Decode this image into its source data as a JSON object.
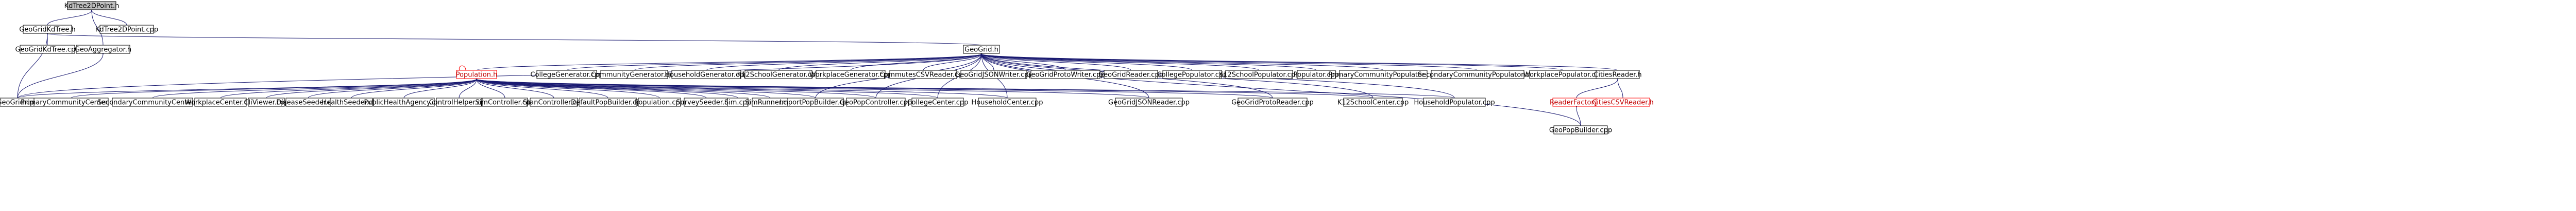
{
  "colors": {
    "edge": "#191970",
    "edge_cycle": "#ff0000",
    "root_fill": "#bfbfbf",
    "box_stroke": "#000000",
    "red_box": "#ff0000",
    "red_text": "#c00000"
  },
  "nodes": [
    {
      "id": "kdtree2dpoint_h",
      "label": "KdTree2DPoint.h",
      "root": true
    },
    {
      "id": "geogrid_kdtree_h",
      "label": "GeoGridKdTree.h"
    },
    {
      "id": "kdtree2dpoint_cpp",
      "label": "KdTree2DPoint.cpp"
    },
    {
      "id": "geogrid_kdtree_cpp",
      "label": "GeoGridKdTree.cpp"
    },
    {
      "id": "geo_aggregator_h",
      "label": "GeoAggregator.h"
    },
    {
      "id": "geogrid_h",
      "label": "GeoGrid.h"
    },
    {
      "id": "population_h",
      "label": "Population.h",
      "red": true
    },
    {
      "id": "college_generator_cpp",
      "label": "CollegeGenerator.cpp"
    },
    {
      "id": "community_generator_cpp",
      "label": "CommunityGenerator.cpp"
    },
    {
      "id": "household_generator_cpp",
      "label": "HouseholdGenerator.cpp"
    },
    {
      "id": "k12school_generator_cpp",
      "label": "K12SchoolGenerator.cpp"
    },
    {
      "id": "workplace_generator_cpp",
      "label": "WorkplaceGenerator.cpp"
    },
    {
      "id": "commutes_csv_reader_cpp",
      "label": "CommutesCSVReader.cpp"
    },
    {
      "id": "geogrid_json_writer_cpp",
      "label": "GeoGridJSONWriter.cpp"
    },
    {
      "id": "geogrid_proto_writer_cpp",
      "label": "GeoGridProtoWriter.cpp"
    },
    {
      "id": "geogrid_reader_cpp",
      "label": "GeoGridReader.cpp"
    },
    {
      "id": "college_populator_cpp",
      "label": "CollegePopulator.cpp"
    },
    {
      "id": "k12school_populator_cpp",
      "label": "K12SchoolPopulator.cpp"
    },
    {
      "id": "populator_cpp",
      "label": "Populator.cpp"
    },
    {
      "id": "primary_community_populator_cpp",
      "label": "PrimaryCommunityPopulator.cpp"
    },
    {
      "id": "secondary_community_populator_cpp",
      "label": "SecondaryCommunityPopulator.cpp"
    },
    {
      "id": "workplace_populator_cpp",
      "label": "WorkplacePopulator.cpp"
    },
    {
      "id": "cities_reader_h",
      "label": "CitiesReader.h"
    },
    {
      "id": "geogrid_cpp",
      "label": "GeoGrid.cpp"
    },
    {
      "id": "primary_community_center_cpp",
      "label": "PrimaryCommunityCenter.cpp"
    },
    {
      "id": "secondary_community_center_cpp",
      "label": "SecondaryCommunityCenter.cpp"
    },
    {
      "id": "workplace_center_cpp",
      "label": "WorkplaceCenter.cpp"
    },
    {
      "id": "cliviewer_cpp",
      "label": "CliViewer.cpp"
    },
    {
      "id": "disease_seeder_cpp",
      "label": "DiseaseSeeder.cpp"
    },
    {
      "id": "health_seeder_cpp",
      "label": "HealthSeeder.cpp"
    },
    {
      "id": "public_health_agency_cpp",
      "label": "PublicHealthAgency.cpp"
    },
    {
      "id": "control_helper_cpp",
      "label": "ControlHelper.cpp"
    },
    {
      "id": "sim_controller_cpp",
      "label": "SimController.cpp"
    },
    {
      "id": "stan_controller_cpp",
      "label": "StanController.cpp"
    },
    {
      "id": "default_pop_builder_cpp",
      "label": "DefaultPopBuilder.cpp"
    },
    {
      "id": "population_cpp",
      "label": "Population.cpp"
    },
    {
      "id": "survey_seeder_cpp",
      "label": "SurveySeeder.cpp"
    },
    {
      "id": "sim_cpp",
      "label": "Sim.cpp"
    },
    {
      "id": "sim_runner_cpp",
      "label": "SimRunner.cpp"
    },
    {
      "id": "import_pop_builder_cpp",
      "label": "ImportPopBuilder.cpp"
    },
    {
      "id": "geo_pop_controller_cpp",
      "label": "GeoPopController.cpp"
    },
    {
      "id": "college_center_cpp",
      "label": "CollegeCenter.cpp"
    },
    {
      "id": "household_center_cpp",
      "label": "HouseholdCenter.cpp"
    },
    {
      "id": "geogrid_json_reader_cpp",
      "label": "GeoGridJSONReader.cpp"
    },
    {
      "id": "geogrid_proto_reader_cpp",
      "label": "GeoGridProtoReader.cpp"
    },
    {
      "id": "k12school_center_cpp",
      "label": "K12SchoolCenter.cpp"
    },
    {
      "id": "household_populator_cpp",
      "label": "HouseholdPopulator.cpp"
    },
    {
      "id": "reader_factory_h",
      "label": "ReaderFactory.h",
      "red": true
    },
    {
      "id": "cities_csv_reader_cpp",
      "label": "CitiesCSVReader.h",
      "red": true
    },
    {
      "id": "geopop_builder_cpp",
      "label": "GeoPopBuilder.cpp"
    }
  ],
  "edges": [
    [
      "kdtree2dpoint_h",
      "geogrid_kdtree_h"
    ],
    [
      "kdtree2dpoint_h",
      "kdtree2dpoint_cpp"
    ],
    [
      "kdtree2dpoint_h",
      "geo_aggregator_h"
    ],
    [
      "geogrid_kdtree_h",
      "geogrid_kdtree_cpp"
    ],
    [
      "geogrid_kdtree_h",
      "geogrid_h"
    ],
    [
      "geogrid_kdtree_h",
      "geogrid_cpp"
    ],
    [
      "geo_aggregator_h",
      "geogrid_cpp"
    ],
    [
      "geogrid_h",
      "geogrid_cpp"
    ],
    [
      "geogrid_h",
      "population_h"
    ],
    [
      "geogrid_h",
      "college_generator_cpp"
    ],
    [
      "geogrid_h",
      "community_generator_cpp"
    ],
    [
      "geogrid_h",
      "household_generator_cpp"
    ],
    [
      "geogrid_h",
      "k12school_generator_cpp"
    ],
    [
      "geogrid_h",
      "workplace_generator_cpp"
    ],
    [
      "geogrid_h",
      "commutes_csv_reader_cpp"
    ],
    [
      "geogrid_h",
      "geogrid_json_writer_cpp"
    ],
    [
      "geogrid_h",
      "geogrid_proto_writer_cpp"
    ],
    [
      "geogrid_h",
      "geogrid_reader_cpp"
    ],
    [
      "geogrid_h",
      "college_populator_cpp"
    ],
    [
      "geogrid_h",
      "k12school_populator_cpp"
    ],
    [
      "geogrid_h",
      "populator_cpp"
    ],
    [
      "geogrid_h",
      "primary_community_populator_cpp"
    ],
    [
      "geogrid_h",
      "secondary_community_populator_cpp"
    ],
    [
      "geogrid_h",
      "workplace_populator_cpp"
    ],
    [
      "geogrid_h",
      "cities_reader_h"
    ],
    [
      "geogrid_h",
      "geogrid_json_reader_cpp"
    ],
    [
      "geogrid_h",
      "geogrid_proto_reader_cpp"
    ],
    [
      "geogrid_h",
      "k12school_center_cpp"
    ],
    [
      "geogrid_h",
      "household_populator_cpp"
    ],
    [
      "geogrid_h",
      "household_center_cpp"
    ],
    [
      "geogrid_h",
      "college_center_cpp"
    ],
    [
      "geogrid_h",
      "geo_pop_controller_cpp"
    ],
    [
      "geogrid_h",
      "import_pop_builder_cpp"
    ],
    [
      "geogrid_h",
      "geopop_builder_cpp"
    ],
    [
      "population_h",
      "geogrid_cpp"
    ],
    [
      "population_h",
      "primary_community_center_cpp"
    ],
    [
      "population_h",
      "secondary_community_center_cpp"
    ],
    [
      "population_h",
      "workplace_center_cpp"
    ],
    [
      "population_h",
      "cliviewer_cpp"
    ],
    [
      "population_h",
      "disease_seeder_cpp"
    ],
    [
      "population_h",
      "health_seeder_cpp"
    ],
    [
      "population_h",
      "public_health_agency_cpp"
    ],
    [
      "population_h",
      "control_helper_cpp"
    ],
    [
      "population_h",
      "sim_controller_cpp"
    ],
    [
      "population_h",
      "stan_controller_cpp"
    ],
    [
      "population_h",
      "default_pop_builder_cpp"
    ],
    [
      "population_h",
      "population_cpp"
    ],
    [
      "population_h",
      "survey_seeder_cpp"
    ],
    [
      "population_h",
      "sim_cpp"
    ],
    [
      "population_h",
      "sim_runner_cpp"
    ],
    [
      "population_h",
      "import_pop_builder_cpp"
    ],
    [
      "population_h",
      "geo_pop_controller_cpp"
    ],
    [
      "population_h",
      "college_center_cpp"
    ],
    [
      "population_h",
      "household_center_cpp"
    ],
    [
      "population_h",
      "geogrid_json_reader_cpp"
    ],
    [
      "population_h",
      "geogrid_proto_reader_cpp"
    ],
    [
      "population_h",
      "k12school_center_cpp"
    ],
    [
      "population_h",
      "household_populator_cpp"
    ],
    [
      "cities_reader_h",
      "reader_factory_h"
    ],
    [
      "cities_reader_h",
      "cities_csv_reader_cpp"
    ],
    [
      "reader_factory_h",
      "geopop_builder_cpp"
    ]
  ],
  "red_edges": [
    [
      "population_h",
      "population_h"
    ]
  ]
}
